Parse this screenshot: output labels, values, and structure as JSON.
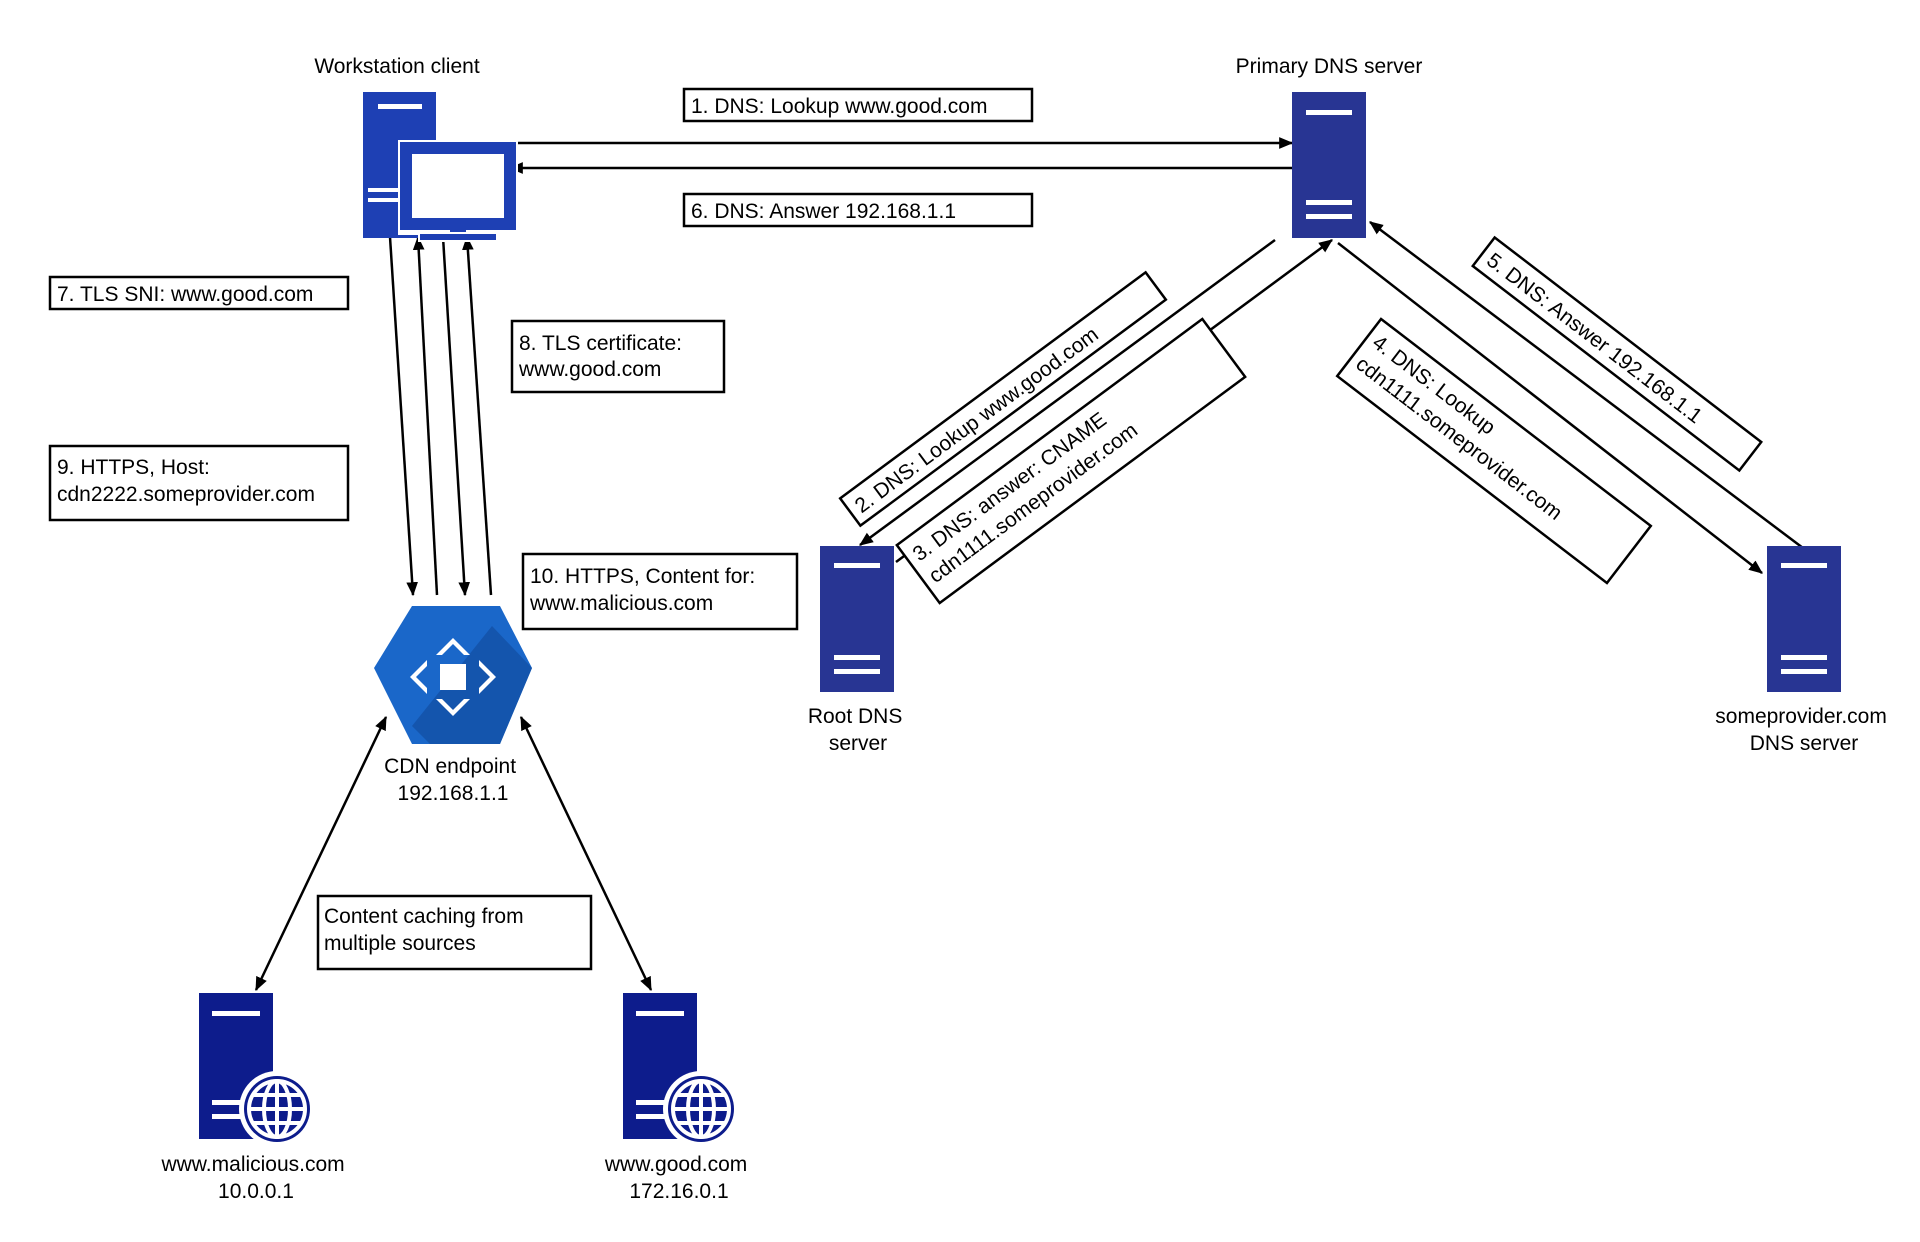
{
  "nodes": {
    "workstation": {
      "label": "Workstation client"
    },
    "primary_dns": {
      "label": "Primary DNS server"
    },
    "root_dns": {
      "label_lines": [
        "Root DNS",
        "server"
      ]
    },
    "provider_dns": {
      "label_lines": [
        "someprovider.com",
        "DNS server"
      ]
    },
    "cdn": {
      "label_lines": [
        "CDN endpoint",
        "192.168.1.1"
      ]
    },
    "malicious": {
      "label_lines": [
        "www.malicious.com",
        "10.0.0.1"
      ]
    },
    "good": {
      "label_lines": [
        "www.good.com",
        "172.16.0.1"
      ]
    }
  },
  "messages": [
    {
      "id": "m1",
      "lines": [
        "1. DNS: Lookup www.good.com"
      ]
    },
    {
      "id": "m6",
      "lines": [
        "6. DNS: Answer 192.168.1.1"
      ]
    },
    {
      "id": "m7",
      "lines": [
        "7. TLS SNI: www.good.com"
      ]
    },
    {
      "id": "m8",
      "lines": [
        "8. TLS certificate:",
        "www.good.com"
      ]
    },
    {
      "id": "m9",
      "lines": [
        "9. HTTPS, Host:",
        "cdn2222.someprovider.com"
      ]
    },
    {
      "id": "m10",
      "lines": [
        "10. HTTPS, Content for:",
        "www.malicious.com"
      ]
    },
    {
      "id": "m2",
      "lines": [
        "2. DNS: Lookup www.good.com"
      ]
    },
    {
      "id": "m3",
      "lines": [
        "3. DNS: answer: CNAME",
        "cdn1111.someprovider.com"
      ]
    },
    {
      "id": "m4",
      "lines": [
        "4. DNS: Lookup",
        "cdn1111.someprovider.com"
      ]
    },
    {
      "id": "m5",
      "lines": [
        "5. DNS: Answer 192.168.1.1"
      ]
    },
    {
      "id": "caching",
      "lines": [
        "Content caching from",
        "multiple sources"
      ]
    }
  ],
  "colors": {
    "dns_server": "#283593",
    "web_server": "#0d1c8c",
    "workstation": "#1e40b4",
    "cdn_hex": "#1a67c9",
    "cdn_hex_shade": "#1452a8"
  }
}
